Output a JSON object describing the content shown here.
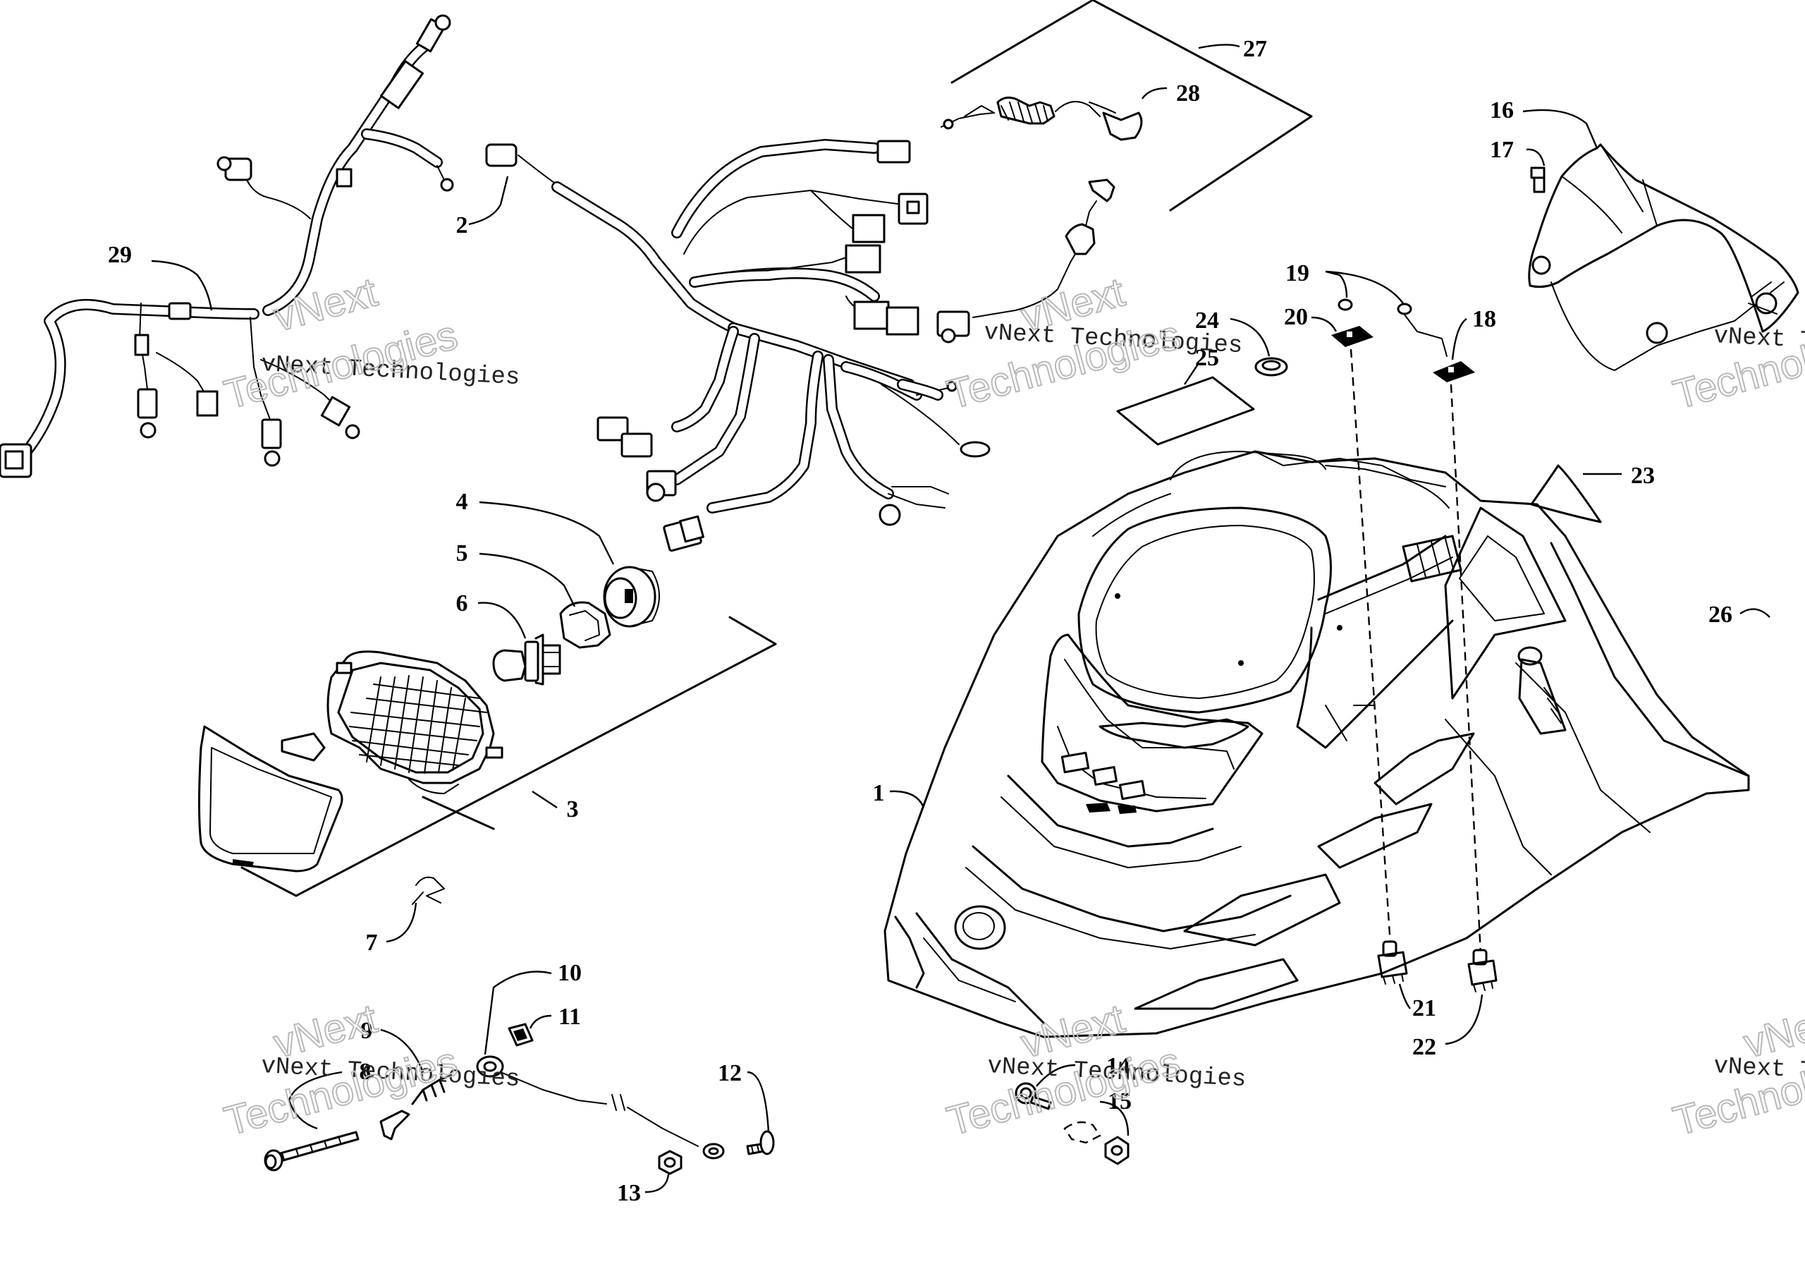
{
  "diagram": {
    "watermark": {
      "line1": "vNext",
      "line2": "vNext Technologies",
      "line3": "Technologies"
    },
    "callouts": [
      {
        "id": "1",
        "label": "1"
      },
      {
        "id": "2",
        "label": "2"
      },
      {
        "id": "3",
        "label": "3"
      },
      {
        "id": "4",
        "label": "4"
      },
      {
        "id": "5",
        "label": "5"
      },
      {
        "id": "6",
        "label": "6"
      },
      {
        "id": "7",
        "label": "7"
      },
      {
        "id": "8",
        "label": "8"
      },
      {
        "id": "9",
        "label": "9"
      },
      {
        "id": "10",
        "label": "10"
      },
      {
        "id": "11",
        "label": "11"
      },
      {
        "id": "12",
        "label": "12"
      },
      {
        "id": "13",
        "label": "13"
      },
      {
        "id": "14",
        "label": "14"
      },
      {
        "id": "15",
        "label": "15"
      },
      {
        "id": "16",
        "label": "16"
      },
      {
        "id": "17",
        "label": "17"
      },
      {
        "id": "18",
        "label": "18"
      },
      {
        "id": "19",
        "label": "19"
      },
      {
        "id": "20",
        "label": "20"
      },
      {
        "id": "21",
        "label": "21"
      },
      {
        "id": "22",
        "label": "22"
      },
      {
        "id": "23",
        "label": "23"
      },
      {
        "id": "24",
        "label": "24"
      },
      {
        "id": "25",
        "label": "25"
      },
      {
        "id": "26",
        "label": "26"
      },
      {
        "id": "27",
        "label": "27"
      },
      {
        "id": "28",
        "label": "28"
      },
      {
        "id": "29",
        "label": "29"
      }
    ]
  }
}
